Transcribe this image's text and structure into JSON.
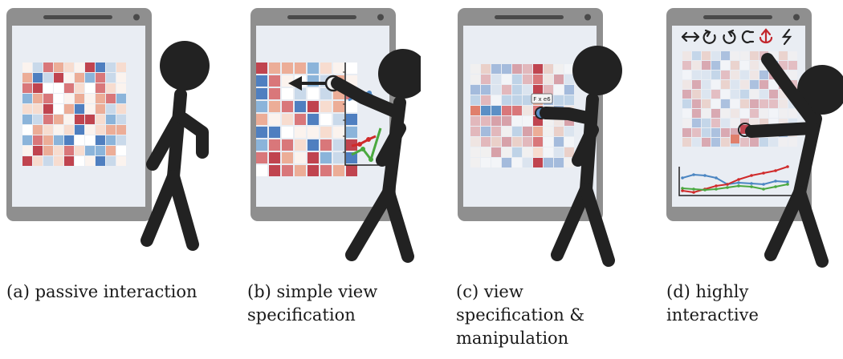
{
  "captions": [
    {
      "label": "(a)",
      "text": "passive interaction"
    },
    {
      "label": "(b)",
      "text": "simple view specification"
    },
    {
      "label": "(c)",
      "text": "view specification & manipulation"
    },
    {
      "label": "(d)",
      "text": "highly interactive"
    }
  ],
  "tooltip": "F x e6",
  "toolbar_icons": [
    "double-arrow-icon",
    "rotate-ccw-icon",
    "rotate-cw-icon",
    "hook-icon",
    "upload-icon",
    "lightning-icon"
  ],
  "colors": {
    "frame": "#8f8f8f",
    "screen": "#e9edf3",
    "figure": "#222222",
    "red": "#c0444f",
    "blue": "#5b8fc5",
    "green": "#4aa83f"
  }
}
